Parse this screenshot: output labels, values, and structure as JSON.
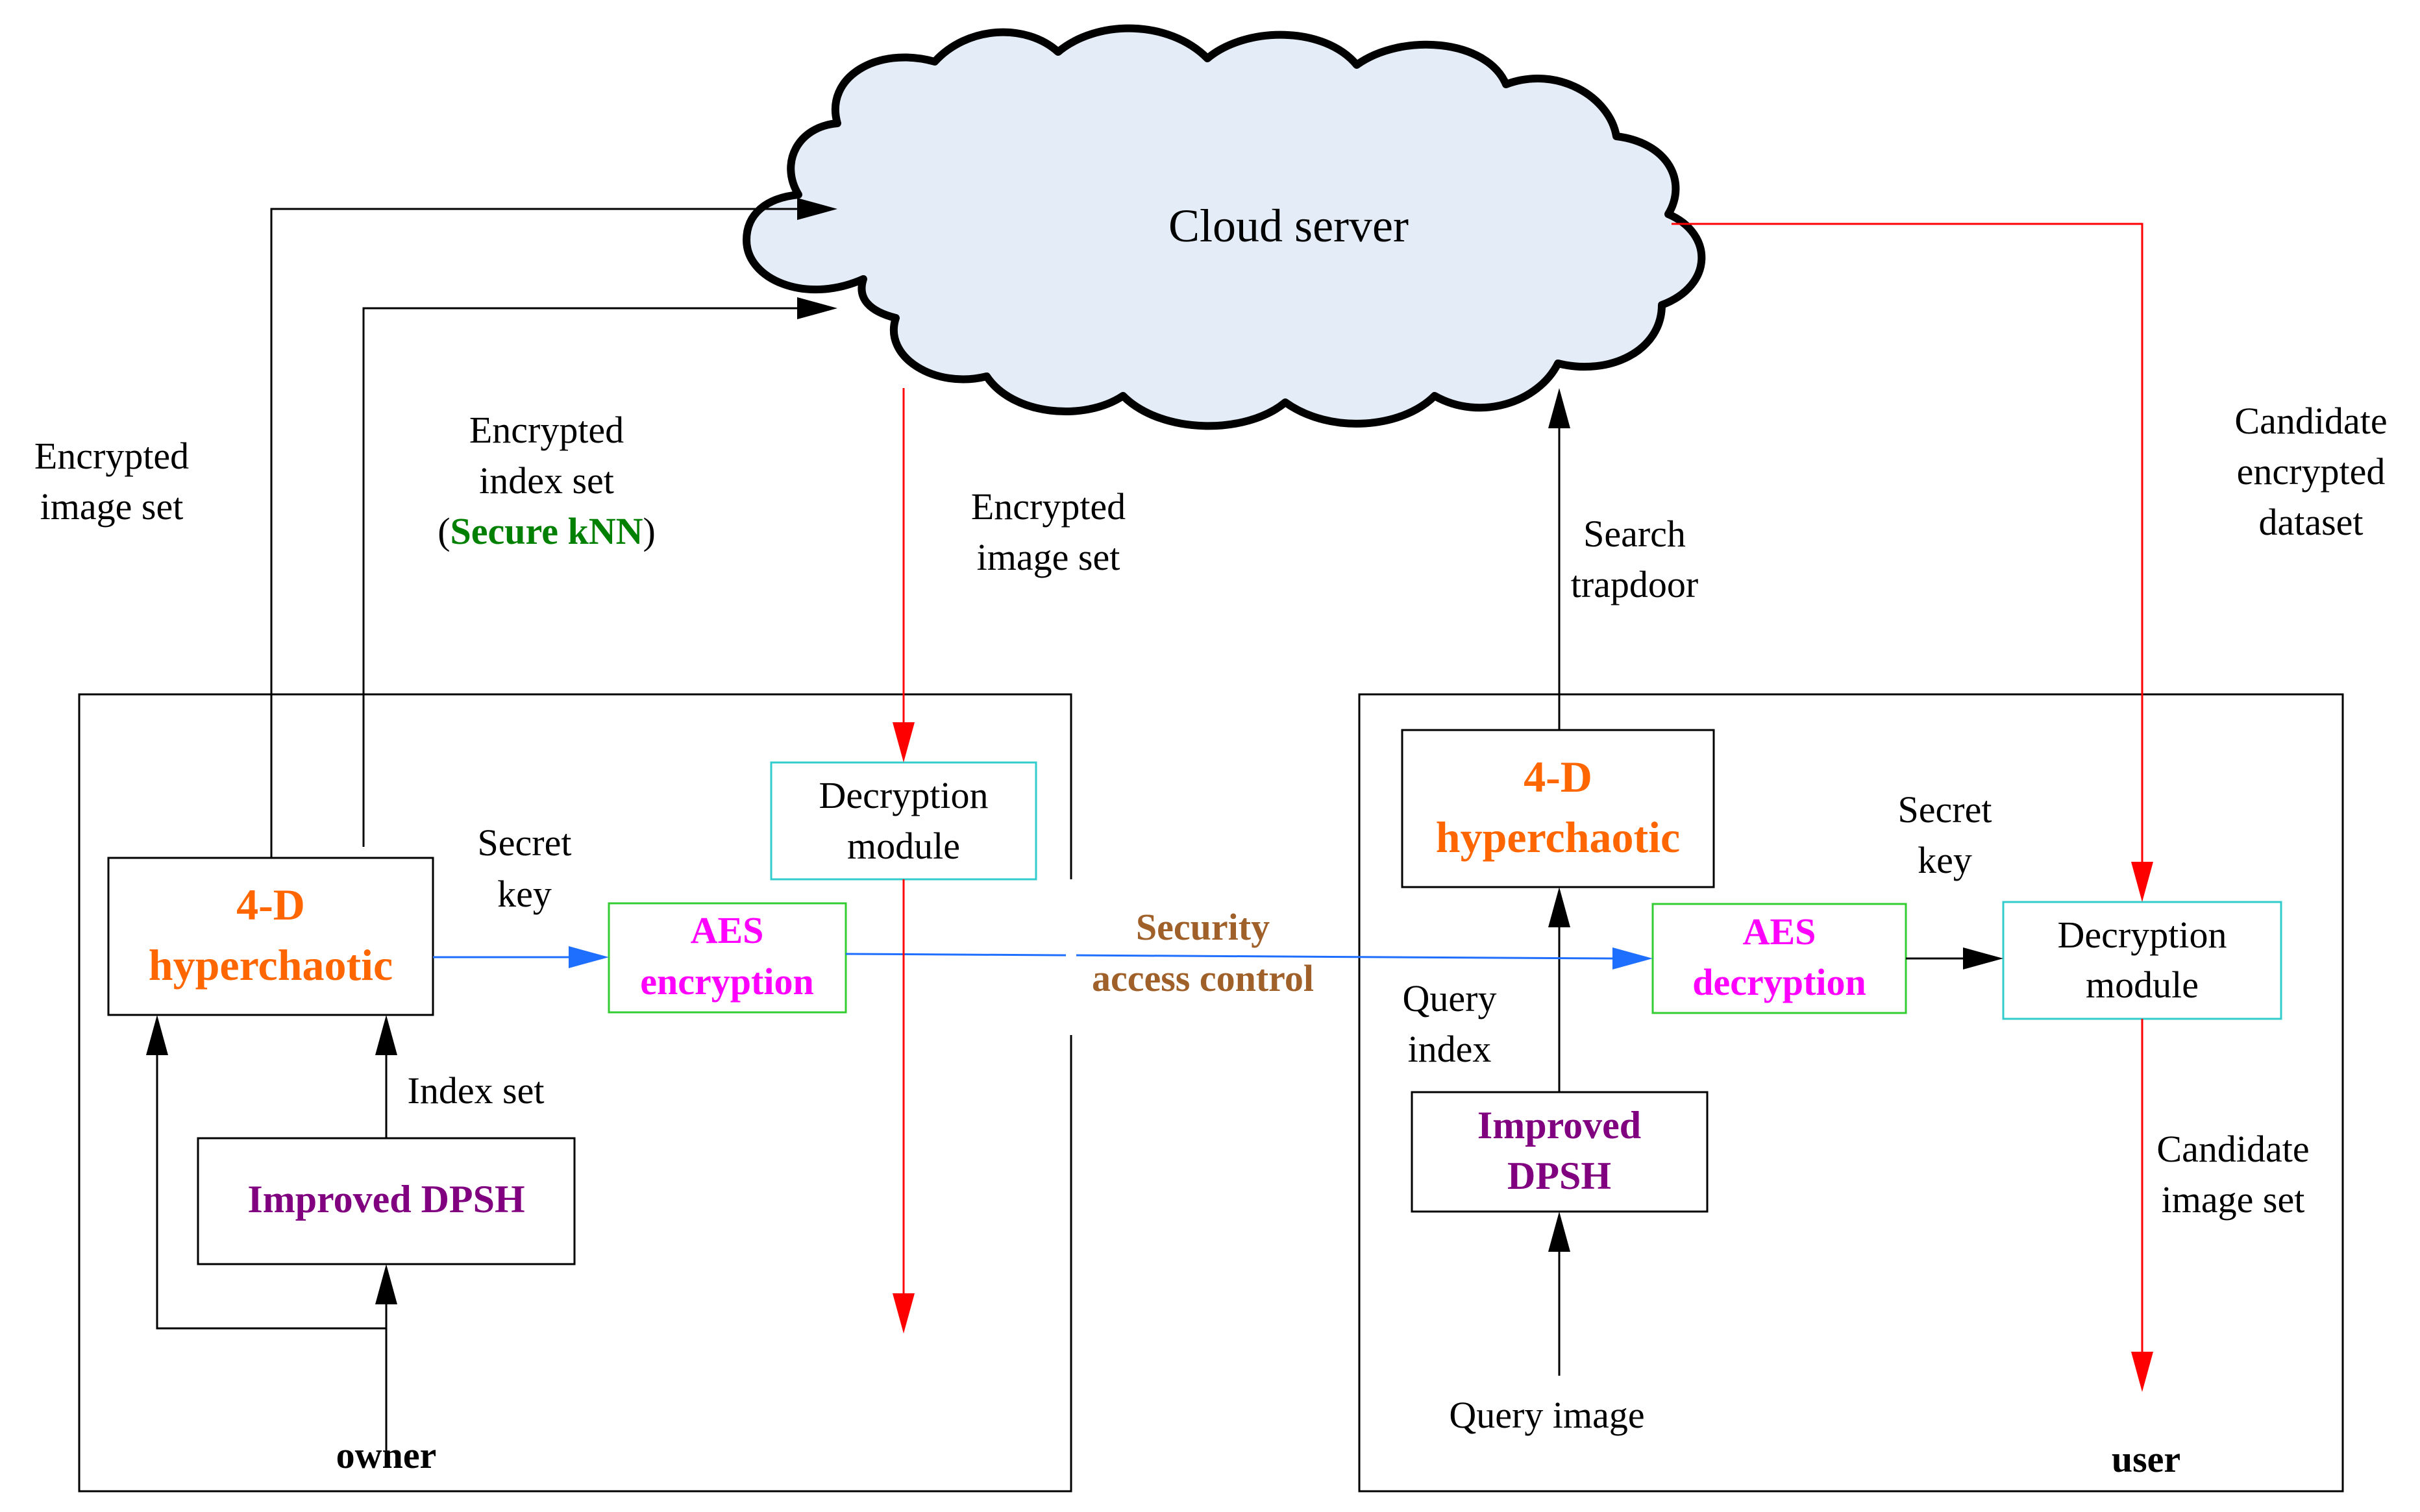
{
  "cloud": {
    "label": "Cloud server"
  },
  "owner_panel": {
    "chaotic_line1": "4-D",
    "chaotic_line2": "hyperchaotic",
    "dpsh": "Improved DPSH",
    "aes_line1": "AES",
    "aes_line2": "encryption",
    "decryption_line1": "Decryption",
    "decryption_line2": "module",
    "secret_key_line1": "Secret",
    "secret_key_line2": "key",
    "index_set": "Index set",
    "owner": "owner"
  },
  "user_panel": {
    "chaotic_line1": "4-D",
    "chaotic_line2": "hyperchaotic",
    "dpsh_line1": "Improved",
    "dpsh_line2": "DPSH",
    "aes_line1": "AES",
    "aes_line2": "decryption",
    "decryption_line1": "Decryption",
    "decryption_line2": "module",
    "secret_key_line1": "Secret",
    "secret_key_line2": "key",
    "query_index_line1": "Query",
    "query_index_line2": "index",
    "query_image": "Query image",
    "candidate_image_line1": "Candidate",
    "candidate_image_line2": "image set",
    "user": "user"
  },
  "flows": {
    "encrypted_image_set_left_line1": "Encrypted",
    "encrypted_image_set_left_line2": "image set",
    "encrypted_index_line1": "Encrypted",
    "encrypted_index_line2": "index set",
    "encrypted_index_paren_open": "(",
    "encrypted_index_secure": "Secure kNN",
    "encrypted_index_paren_close": ")",
    "encrypted_image_set_mid_line1": "Encrypted",
    "encrypted_image_set_mid_line2": "image set",
    "search_trapdoor_line1": "Search",
    "search_trapdoor_line2": "trapdoor",
    "candidate_dataset_line1": "Candidate",
    "candidate_dataset_line2": "encrypted",
    "candidate_dataset_line3": "dataset",
    "security_line1": "Security",
    "security_line2": "access control"
  },
  "colors": {
    "chaotic": "#ff6600",
    "dpsh": "#800080",
    "aes": "#ff00ff",
    "secure_knn": "#008000",
    "security": "#a0602a",
    "red_flow": "#ff0000",
    "blue_flow": "#1f6fff",
    "cloud_fill": "#e4ecf7",
    "green_box": "#33cc33",
    "cyan_box": "#33cccc"
  }
}
